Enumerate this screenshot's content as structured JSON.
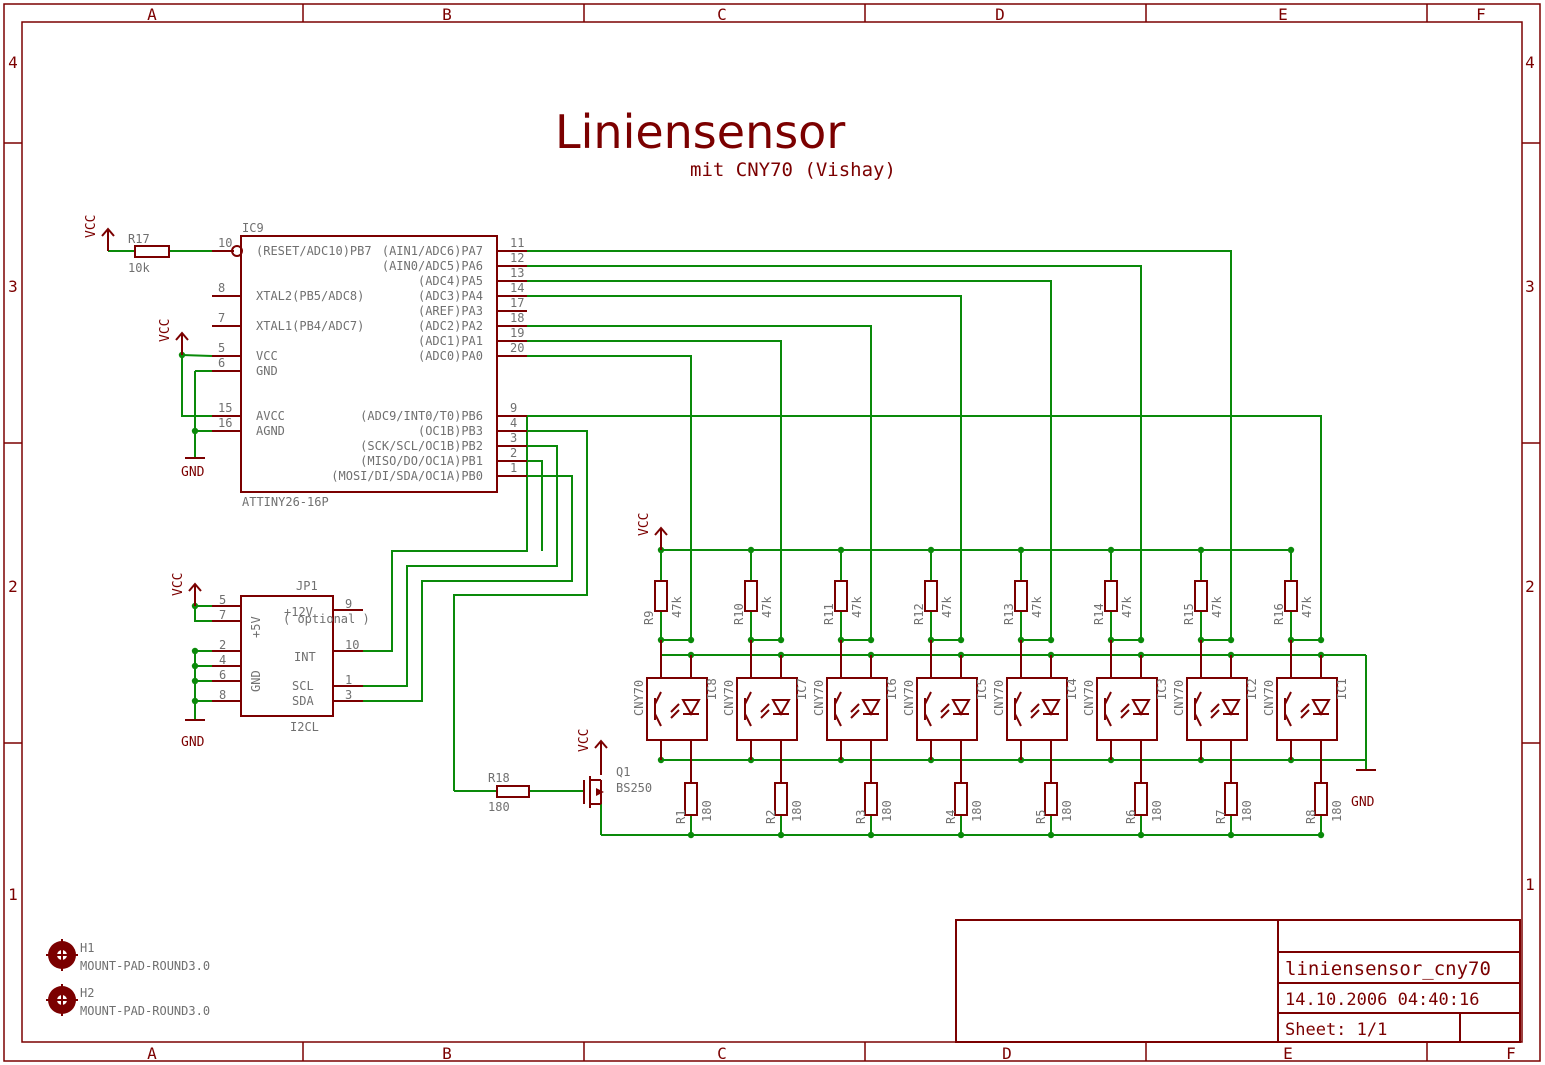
{
  "title": "Liniensensor",
  "subtitle": "mit CNY70 (Vishay)",
  "grid": {
    "cols": [
      "A",
      "B",
      "C",
      "D",
      "E",
      "F"
    ],
    "rows": [
      "4",
      "3",
      "2",
      "1"
    ]
  },
  "supply": {
    "vcc": "VCC",
    "gnd": "GND"
  },
  "mcu": {
    "ref": "IC9",
    "part": "ATTINY26-16P",
    "left_pins": [
      {
        "num": "10",
        "name": "(RESET/ADC10)PB7"
      },
      {
        "num": "8",
        "name": "XTAL2(PB5/ADC8)"
      },
      {
        "num": "7",
        "name": "XTAL1(PB4/ADC7)"
      },
      {
        "num": "5",
        "name": "VCC"
      },
      {
        "num": "6",
        "name": "GND"
      },
      {
        "num": "15",
        "name": "AVCC"
      },
      {
        "num": "16",
        "name": "AGND"
      }
    ],
    "right_pins": [
      {
        "num": "11",
        "name": "(AIN1/ADC6)PA7"
      },
      {
        "num": "12",
        "name": "(AIN0/ADC5)PA6"
      },
      {
        "num": "13",
        "name": "(ADC4)PA5"
      },
      {
        "num": "14",
        "name": "(ADC3)PA4"
      },
      {
        "num": "17",
        "name": "(AREF)PA3"
      },
      {
        "num": "18",
        "name": "(ADC2)PA2"
      },
      {
        "num": "19",
        "name": "(ADC1)PA1"
      },
      {
        "num": "20",
        "name": "(ADC0)PA0"
      },
      {
        "num": "9",
        "name": "(ADC9/INT0/T0)PB6"
      },
      {
        "num": "4",
        "name": "(OC1B)PB3"
      },
      {
        "num": "3",
        "name": "(SCK/SCL/OC1B)PB2"
      },
      {
        "num": "2",
        "name": "(MISO/DO/OC1A)PB1"
      },
      {
        "num": "1",
        "name": "(MOSI/DI/SDA/OC1A)PB0"
      }
    ]
  },
  "r17": {
    "ref": "R17",
    "value": "10k"
  },
  "r18": {
    "ref": "R18",
    "value": "180"
  },
  "jp1": {
    "ref": "JP1",
    "part": "I2CL",
    "left_pins": [
      "5",
      "7",
      "2",
      "4",
      "6",
      "8"
    ],
    "right_pins": [
      "9",
      "10",
      "1",
      "3"
    ],
    "labels": {
      "p5v": "+5V",
      "gnd": "GND",
      "p12v": "+12V",
      "optional": "( optional )",
      "int": "INT",
      "scl": "SCL",
      "sda": "SDA"
    }
  },
  "q1": {
    "ref": "Q1",
    "part": "BS250"
  },
  "pullups": [
    {
      "ref": "R9",
      "value": "47k"
    },
    {
      "ref": "R10",
      "value": "47k"
    },
    {
      "ref": "R11",
      "value": "47k"
    },
    {
      "ref": "R12",
      "value": "47k"
    },
    {
      "ref": "R13",
      "value": "47k"
    },
    {
      "ref": "R14",
      "value": "47k"
    },
    {
      "ref": "R15",
      "value": "47k"
    },
    {
      "ref": "R16",
      "value": "47k"
    }
  ],
  "sensors": [
    {
      "ref": "IC8",
      "part": "CNY70"
    },
    {
      "ref": "IC7",
      "part": "CNY70"
    },
    {
      "ref": "IC6",
      "part": "CNY70"
    },
    {
      "ref": "IC5",
      "part": "CNY70"
    },
    {
      "ref": "IC4",
      "part": "CNY70"
    },
    {
      "ref": "IC3",
      "part": "CNY70"
    },
    {
      "ref": "IC2",
      "part": "CNY70"
    },
    {
      "ref": "IC1",
      "part": "CNY70"
    }
  ],
  "led_resistors": [
    {
      "ref": "R1",
      "value": "180"
    },
    {
      "ref": "R2",
      "value": "180"
    },
    {
      "ref": "R3",
      "value": "180"
    },
    {
      "ref": "R4",
      "value": "180"
    },
    {
      "ref": "R5",
      "value": "180"
    },
    {
      "ref": "R6",
      "value": "180"
    },
    {
      "ref": "R7",
      "value": "180"
    },
    {
      "ref": "R8",
      "value": "180"
    }
  ],
  "mount_pads": [
    {
      "ref": "H1",
      "part": "MOUNT-PAD-ROUND3.0"
    },
    {
      "ref": "H2",
      "part": "MOUNT-PAD-ROUND3.0"
    }
  ],
  "title_block": {
    "filename": "liniensensor_cny70",
    "datetime": "14.10.2006 04:40:16",
    "sheet": "Sheet: 1/1"
  }
}
